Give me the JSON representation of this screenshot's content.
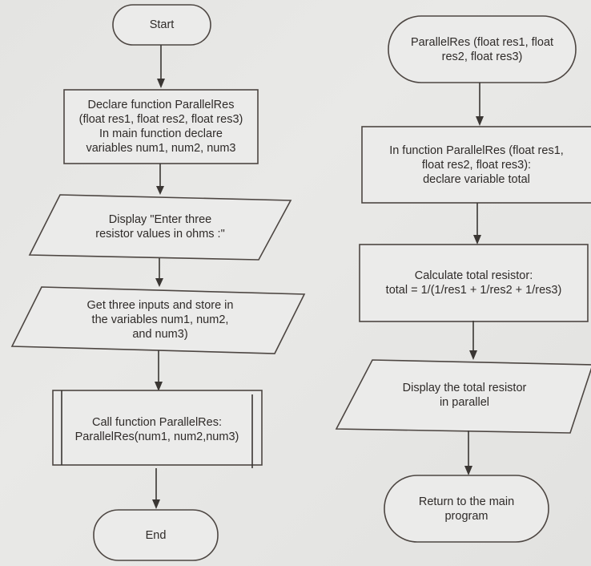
{
  "diagram": {
    "type": "flowchart",
    "main_flow": {
      "start": "Start",
      "declare": "Declare function ParallelRes\n(float res1, float res2, float res3)\nIn main function declare\nvariables num1, num2, num3",
      "display_prompt": "Display \"Enter three\nresistor values in ohms :\"",
      "get_inputs": "Get three inputs and store in\nthe variables num1, num2,\nand num3)",
      "call_function": "Call function ParallelRes:\nParallelRes(num1, num2,num3)",
      "end": "End"
    },
    "function_flow": {
      "header": "ParallelRes (float res1, float\nres2, float res3)",
      "declare_total": "In function ParallelRes (float res1,\nfloat res2, float res3):\ndeclare variable total",
      "calculate": "Calculate total resistor:\ntotal = 1/(1/res1 + 1/res2 + 1/res3)",
      "display_total": "Display the total resistor\nin parallel",
      "return": "Return to the main\nprogram"
    },
    "edges": [
      {
        "from": "start",
        "to": "declare"
      },
      {
        "from": "declare",
        "to": "display_prompt"
      },
      {
        "from": "display_prompt",
        "to": "get_inputs"
      },
      {
        "from": "get_inputs",
        "to": "call_function"
      },
      {
        "from": "call_function",
        "to": "end"
      },
      {
        "from": "header",
        "to": "declare_total"
      },
      {
        "from": "declare_total",
        "to": "calculate"
      },
      {
        "from": "calculate",
        "to": "display_total"
      },
      {
        "from": "display_total",
        "to": "return"
      }
    ],
    "colors": {
      "stroke": "#4d4642",
      "fill": "#ebebea",
      "text": "#2f2b29",
      "background": "#e6e6e4"
    }
  }
}
